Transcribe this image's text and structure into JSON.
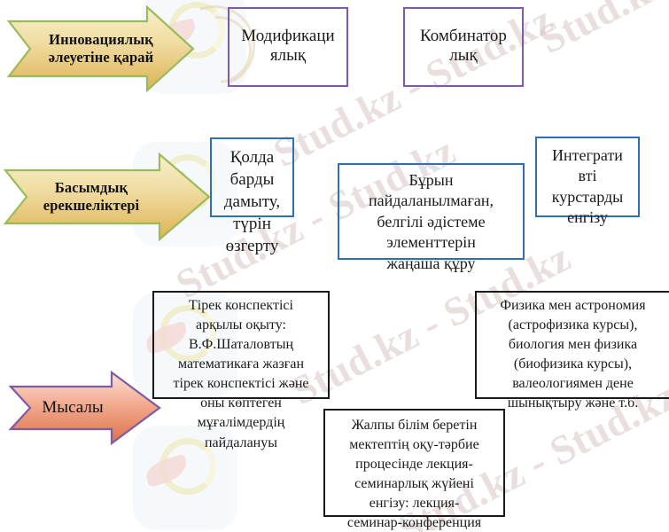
{
  "diagram": {
    "title_hidden": "",
    "watermark": {
      "text": "Stud.kz - Stud.kz",
      "color": "#d8c6c6",
      "logo_color": "#f4f8fb"
    },
    "rows": [
      {
        "id": "row-innovation",
        "arrow": {
          "name": "arrow-innovation",
          "label": "Инновациялық\nәлеуетіне қарай",
          "fill_start": "#f6eec4",
          "fill_end": "#e0b95f",
          "border": "#9bbb59"
        },
        "boxes": [
          {
            "name": "box-modification",
            "label": "Модификаци\nялық",
            "border": "#7d5ba6"
          },
          {
            "name": "box-combinatorial",
            "label": "Комбинатор\nлық",
            "border": "#7d5ba6"
          }
        ]
      },
      {
        "id": "row-priority",
        "arrow": {
          "name": "arrow-priority",
          "label": "Басымдық\nерекшеліктері",
          "fill_start": "#f6eec4",
          "fill_end": "#e0b95f",
          "border": "#9bbb59"
        },
        "boxes": [
          {
            "name": "box-develop-existing",
            "label": "Қолда\nбарды\nдамыту,\nтүрін\nөзгерту",
            "border": "#2f6fb5"
          },
          {
            "name": "box-new-method-elements",
            "label": "Бұрын\nпайдаланылмаған,\nбелгілі әдістеме\nэлементтерін\nжаңаша құру",
            "border": "#2f6fb5"
          },
          {
            "name": "box-integrative-courses",
            "label": "Интеграти\nвті\nкурстарды\nенгізу",
            "border": "#2f6fb5"
          }
        ]
      },
      {
        "id": "row-examples",
        "arrow": {
          "name": "arrow-examples",
          "label": "Мысалы",
          "fill_start": "#f6c9bd",
          "fill_end": "#e0774f",
          "border": "#7d5ba6"
        },
        "boxes": [
          {
            "name": "box-example-shatalov",
            "label": "Тірек конспектісі\nарқылы оқыту:\nВ.Ф.Шаталовтың\nматематикаға жазған\nтірек  конспектісі және\nоны көптеген\nмұғалімдердің\nпайдалануы",
            "border": "#1a1a1a"
          },
          {
            "name": "box-example-integrated-courses",
            "label": "Физика мен астрономия\n(астрофизика курсы),\nбиология мен физика\n(биофизика курсы),\nвалеологиямен дене\nшынықтыру және т.б.",
            "border": "#1a1a1a"
          },
          {
            "name": "box-example-lecture-seminar",
            "label": "Жалпы білім беретін\nмектептің оқу-тәрбие\nпроцесінде лекция-\nсеминарлық жүйені\nенгізу: лекция-\nсеминар-конференция",
            "border": "#1a1a1a"
          }
        ]
      }
    ]
  }
}
